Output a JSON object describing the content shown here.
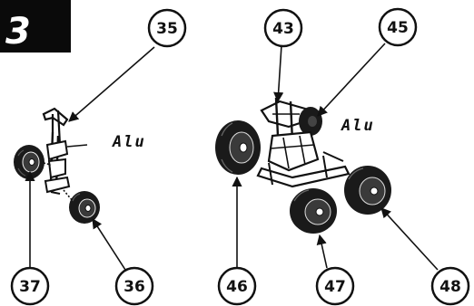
{
  "step": {
    "number": "3"
  },
  "materials": {
    "left": "Alu",
    "right": "Alu"
  },
  "callouts": {
    "c35": "35",
    "c36": "36",
    "c37": "37",
    "c43": "43",
    "c45": "45",
    "c46": "46",
    "c47": "47",
    "c48": "48"
  },
  "colors": {
    "ink": "#111111",
    "paper": "#ffffff",
    "banner": "#0a0a0a"
  }
}
